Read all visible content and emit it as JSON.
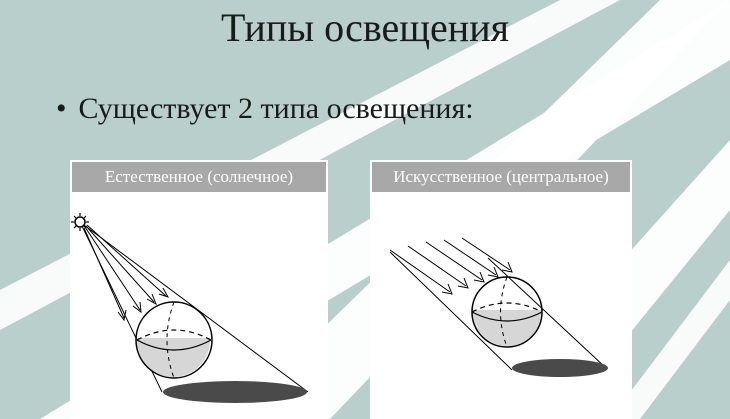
{
  "title": "Типы освещения",
  "bullet": {
    "marker": "•",
    "text": "Существует 2 типа освещения:"
  },
  "panels": [
    {
      "label": "Естественное (солнечное)"
    },
    {
      "label": "Искусственное (центральное)"
    }
  ],
  "colors": {
    "background": "#b8cfcc",
    "light_rays": "#ffffff",
    "label_bg": "#a8a8a8",
    "shadow": "#4a4a4a"
  }
}
